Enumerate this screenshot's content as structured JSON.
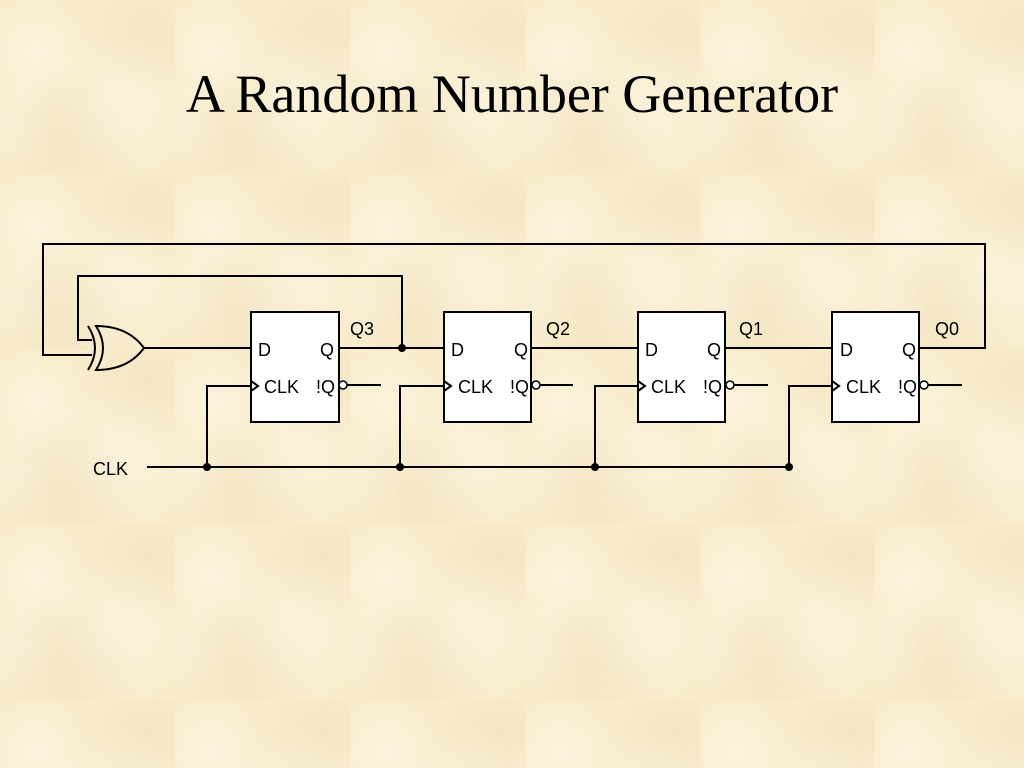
{
  "title": "A Random Number Generator",
  "diagram": {
    "clock_label": "CLK",
    "flip_flops": [
      {
        "output_label": "Q3",
        "d_label": "D",
        "q_label": "Q",
        "clk_label": "CLK",
        "nq_label": "!Q"
      },
      {
        "output_label": "Q2",
        "d_label": "D",
        "q_label": "Q",
        "clk_label": "CLK",
        "nq_label": "!Q"
      },
      {
        "output_label": "Q1",
        "d_label": "D",
        "q_label": "Q",
        "clk_label": "CLK",
        "nq_label": "!Q"
      },
      {
        "output_label": "Q0",
        "d_label": "D",
        "q_label": "Q",
        "clk_label": "CLK",
        "nq_label": "!Q"
      }
    ],
    "gate": "xor-gate"
  }
}
